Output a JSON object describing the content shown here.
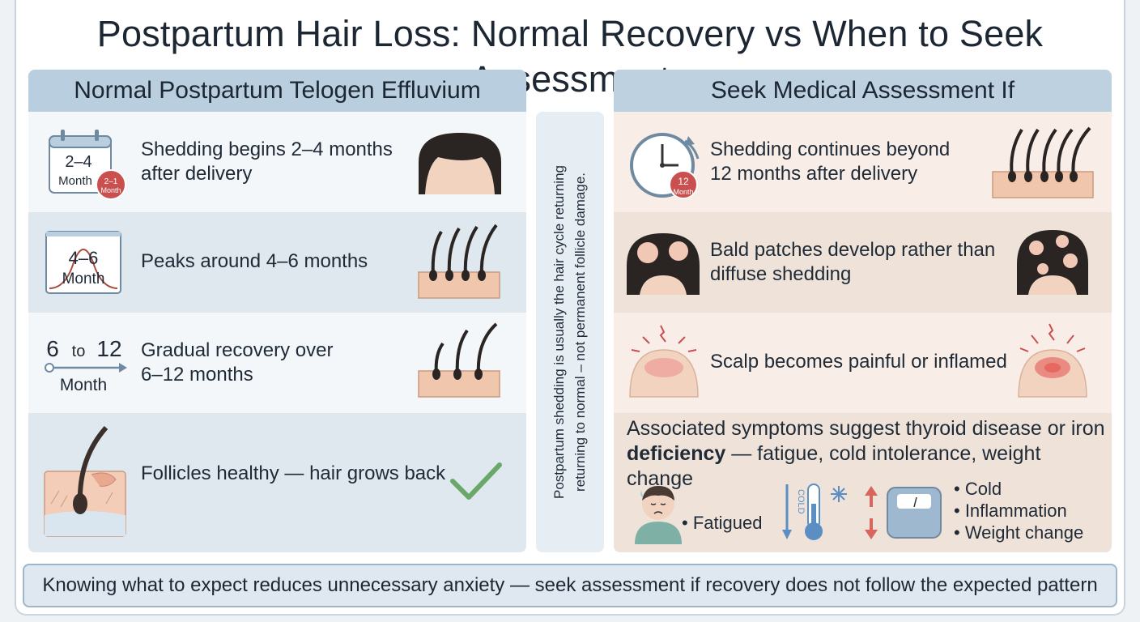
{
  "title": "Postpartum Hair Loss: Normal Recovery vs When to Seek Assessment",
  "left_panel": {
    "heading": "Normal Postpartum Telogen Effluvium",
    "rows": [
      {
        "text_line1": "Shedding begins 2–4 months",
        "text_line2": "after delivery",
        "icon_label_main": "2–4",
        "icon_label_sub": "Month",
        "badge_line1": "2–1",
        "badge_line2": "Month"
      },
      {
        "text_line1": "Peaks around 4–6 months",
        "icon_label_main": "4–6",
        "icon_label_sub": "Month"
      },
      {
        "text_line1": "Gradual recovery over",
        "text_line2": "6–12 months",
        "icon_from": "6",
        "icon_to_word": "to",
        "icon_to": "12",
        "icon_label_sub": "Month"
      },
      {
        "text_line1": "Follicles healthy — hair grows back"
      }
    ]
  },
  "middle_note": {
    "line1": "Postpartum shedding is usually the hair cycle returning",
    "line2": "returning to normal – not permanent follicle damage."
  },
  "right_panel": {
    "heading": "Seek Medical Assessment If",
    "rows": [
      {
        "text_line1": "Shedding continues beyond",
        "text_line2": "12 months after delivery",
        "badge_line1": "12",
        "badge_line2": "Month"
      },
      {
        "text_line1": "Bald patches develop rather than",
        "text_line2": "diffuse shedding"
      },
      {
        "text_line1": "Scalp becomes painful or inflamed"
      }
    ],
    "associated": {
      "line1": "Associated symptoms suggest thyroid disease or iron",
      "bold": "deficiency",
      "line2_rest": " — fatigue, cold intolerance, weight change",
      "fatigued": "• Fatigued",
      "thermo_label": "COLD",
      "bullets": [
        "• Cold",
        "• Inflammation",
        "• Weight change"
      ]
    }
  },
  "footer": "Knowing what to expect reduces unnecessary anxiety — seek assessment if recovery does not follow the expected pattern",
  "colors": {
    "accent_blue": "#b9cfdf",
    "hair_dark": "#2a2523",
    "skin": "#f1d3c0",
    "check_green": "#6aa86a",
    "badge_red": "#c9504f"
  }
}
